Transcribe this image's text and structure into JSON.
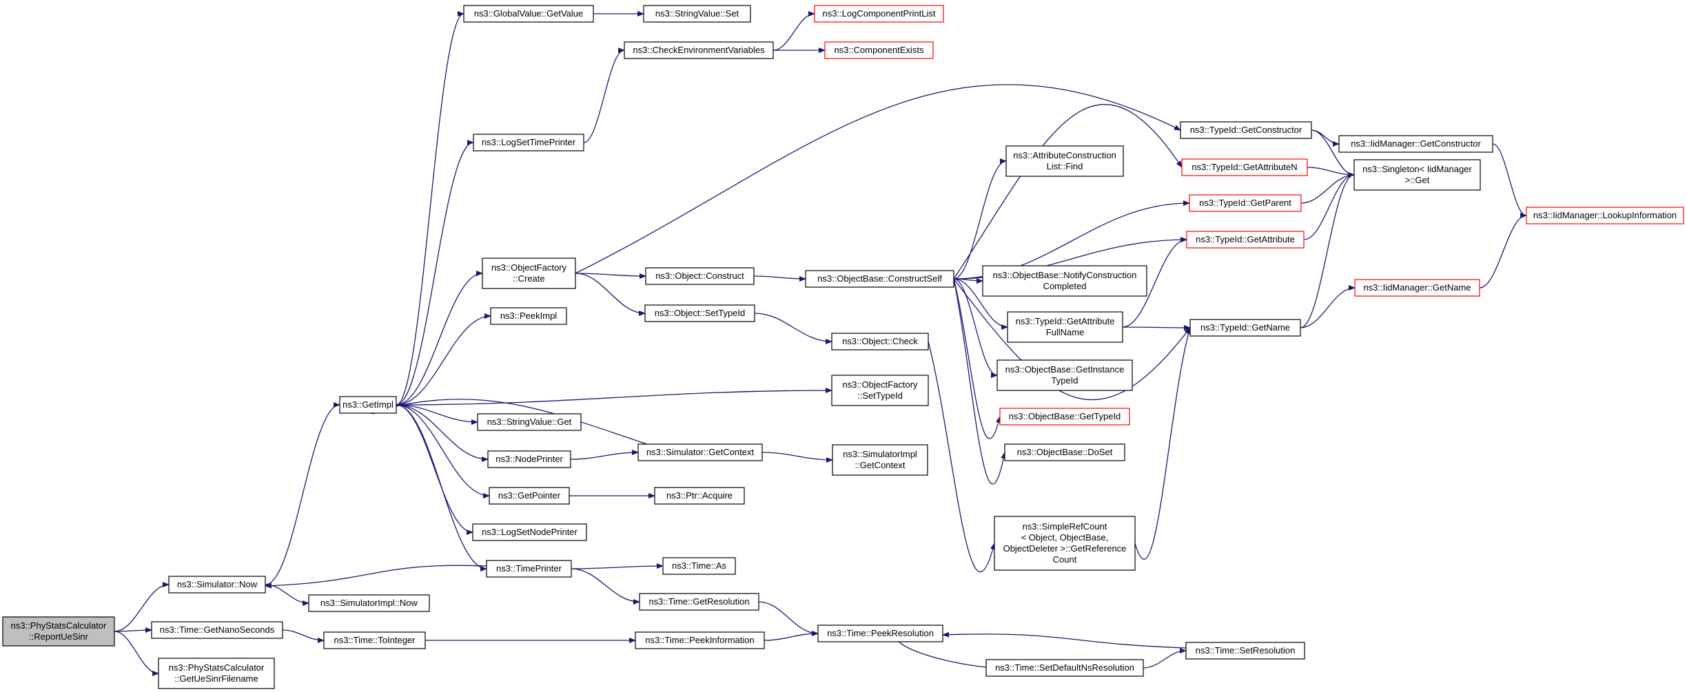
{
  "colors": {
    "edge": "#191970",
    "node_border_default": "#000000",
    "node_border_truncated": "#ff0000",
    "root_fill": "#bfbfbf",
    "node_fill": "#ffffff"
  },
  "diagram": {
    "nodes": [
      {
        "id": "root",
        "lines": [
          "ns3::PhyStatsCalculator",
          "::ReportUeSinr"
        ],
        "style": "root"
      },
      {
        "id": "sim_now",
        "lines": [
          "ns3::Simulator::Now"
        ],
        "style": "normal"
      },
      {
        "id": "time_getnano",
        "lines": [
          "ns3::Time::GetNanoSeconds"
        ],
        "style": "normal"
      },
      {
        "id": "phys_getfile",
        "lines": [
          "ns3::PhyStatsCalculator",
          "::GetUeSinrFilename"
        ],
        "style": "normal"
      },
      {
        "id": "getimpl",
        "lines": [
          "ns3::GetImpl"
        ],
        "style": "normal"
      },
      {
        "id": "simimpl_now",
        "lines": [
          "ns3::SimulatorImpl::Now"
        ],
        "style": "normal"
      },
      {
        "id": "time_tointeger",
        "lines": [
          "ns3::Time::ToInteger"
        ],
        "style": "normal"
      },
      {
        "id": "globalvalue_getvalue",
        "lines": [
          "ns3::GlobalValue::GetValue"
        ],
        "style": "normal"
      },
      {
        "id": "logsettimeprinter",
        "lines": [
          "ns3::LogSetTimePrinter"
        ],
        "style": "normal"
      },
      {
        "id": "objfactory_create",
        "lines": [
          "ns3::ObjectFactory",
          "::Create"
        ],
        "style": "normal"
      },
      {
        "id": "peekimpl",
        "lines": [
          "ns3::PeekImpl"
        ],
        "style": "normal"
      },
      {
        "id": "stringvalue_get",
        "lines": [
          "ns3::StringValue::Get"
        ],
        "style": "normal"
      },
      {
        "id": "nodeprinter",
        "lines": [
          "ns3::NodePrinter"
        ],
        "style": "normal"
      },
      {
        "id": "getpointer",
        "lines": [
          "ns3::GetPointer"
        ],
        "style": "normal"
      },
      {
        "id": "logsetnodeprinter",
        "lines": [
          "ns3::LogSetNodePrinter"
        ],
        "style": "normal"
      },
      {
        "id": "timeprinter",
        "lines": [
          "ns3::TimePrinter"
        ],
        "style": "normal"
      },
      {
        "id": "stringvalue_set",
        "lines": [
          "ns3::StringValue::Set"
        ],
        "style": "normal"
      },
      {
        "id": "checkenv",
        "lines": [
          "ns3::CheckEnvironmentVariables"
        ],
        "style": "normal"
      },
      {
        "id": "object_construct",
        "lines": [
          "ns3::Object::Construct"
        ],
        "style": "normal"
      },
      {
        "id": "object_settypeid",
        "lines": [
          "ns3::Object::SetTypeId"
        ],
        "style": "normal"
      },
      {
        "id": "sim_getcontext",
        "lines": [
          "ns3::Simulator::GetContext"
        ],
        "style": "normal"
      },
      {
        "id": "ptr_acquire",
        "lines": [
          "ns3::Ptr::Acquire"
        ],
        "style": "normal"
      },
      {
        "id": "time_as",
        "lines": [
          "ns3::Time::As"
        ],
        "style": "normal"
      },
      {
        "id": "time_getresolution",
        "lines": [
          "ns3::Time::GetResolution"
        ],
        "style": "normal"
      },
      {
        "id": "time_peekinformation",
        "lines": [
          "ns3::Time::PeekInformation"
        ],
        "style": "normal"
      },
      {
        "id": "logcomponentprintlist",
        "lines": [
          "ns3::LogComponentPrintList"
        ],
        "style": "truncated"
      },
      {
        "id": "componentexists",
        "lines": [
          "ns3::ComponentExists"
        ],
        "style": "truncated"
      },
      {
        "id": "objectbase_constructself",
        "lines": [
          "ns3::ObjectBase::ConstructSelf"
        ],
        "style": "normal"
      },
      {
        "id": "object_check",
        "lines": [
          "ns3::Object::Check"
        ],
        "style": "normal"
      },
      {
        "id": "objfactory_settypeid",
        "lines": [
          "ns3::ObjectFactory",
          "::SetTypeId"
        ],
        "style": "normal"
      },
      {
        "id": "simimpl_getcontext",
        "lines": [
          "ns3::SimulatorImpl",
          "::GetContext"
        ],
        "style": "normal"
      },
      {
        "id": "time_peekresolution",
        "lines": [
          "ns3::Time::PeekResolution"
        ],
        "style": "normal"
      },
      {
        "id": "time_setdefaultns",
        "lines": [
          "ns3::Time::SetDefaultNsResolution"
        ],
        "style": "normal"
      },
      {
        "id": "attrconstruction_find",
        "lines": [
          "ns3::AttributeConstruction",
          "List::Find"
        ],
        "style": "normal"
      },
      {
        "id": "objectbase_notify",
        "lines": [
          "ns3::ObjectBase::NotifyConstruction",
          "Completed"
        ],
        "style": "normal"
      },
      {
        "id": "typeid_getattributefullname",
        "lines": [
          "ns3::TypeId::GetAttribute",
          "FullName"
        ],
        "style": "normal"
      },
      {
        "id": "objectbase_getinstancetypeid",
        "lines": [
          "ns3::ObjectBase::GetInstance",
          "TypeId"
        ],
        "style": "normal"
      },
      {
        "id": "objectbase_gettypeid",
        "lines": [
          "ns3::ObjectBase::GetTypeId"
        ],
        "style": "truncated"
      },
      {
        "id": "objectbase_doset",
        "lines": [
          "ns3::ObjectBase::DoSet"
        ],
        "style": "normal"
      },
      {
        "id": "simplerefcount",
        "lines": [
          "ns3::SimpleRefCount",
          "< Object, ObjectBase,",
          " ObjectDeleter >::GetReference",
          "Count"
        ],
        "style": "normal"
      },
      {
        "id": "typeid_getconstructor",
        "lines": [
          "ns3::TypeId::GetConstructor"
        ],
        "style": "normal"
      },
      {
        "id": "typeid_getattributen",
        "lines": [
          "ns3::TypeId::GetAttributeN"
        ],
        "style": "truncated"
      },
      {
        "id": "typeid_getparent",
        "lines": [
          "ns3::TypeId::GetParent"
        ],
        "style": "truncated"
      },
      {
        "id": "typeid_getattribute",
        "lines": [
          "ns3::TypeId::GetAttribute"
        ],
        "style": "truncated"
      },
      {
        "id": "typeid_getname",
        "lines": [
          "ns3::TypeId::GetName"
        ],
        "style": "normal"
      },
      {
        "id": "time_setresolution",
        "lines": [
          "ns3::Time::SetResolution"
        ],
        "style": "normal"
      },
      {
        "id": "iidmanager_getconstructor",
        "lines": [
          "ns3::IidManager::GetConstructor"
        ],
        "style": "normal"
      },
      {
        "id": "singleton_get",
        "lines": [
          "ns3::Singleton< IidManager",
          " >::Get"
        ],
        "style": "normal"
      },
      {
        "id": "iidmanager_getname",
        "lines": [
          "ns3::IidManager::GetName"
        ],
        "style": "truncated"
      },
      {
        "id": "iidmanager_lookup",
        "lines": [
          "ns3::IidManager::LookupInformation"
        ],
        "style": "truncated"
      }
    ],
    "edges": [
      [
        "root",
        "sim_now"
      ],
      [
        "root",
        "time_getnano"
      ],
      [
        "root",
        "phys_getfile"
      ],
      [
        "sim_now",
        "getimpl"
      ],
      [
        "sim_now",
        "simimpl_now"
      ],
      [
        "time_getnano",
        "time_tointeger"
      ],
      [
        "getimpl",
        "globalvalue_getvalue"
      ],
      [
        "getimpl",
        "logsettimeprinter"
      ],
      [
        "getimpl",
        "objfactory_create"
      ],
      [
        "getimpl",
        "peekimpl"
      ],
      [
        "getimpl",
        "stringvalue_get"
      ],
      [
        "getimpl",
        "nodeprinter"
      ],
      [
        "getimpl",
        "getpointer"
      ],
      [
        "getimpl",
        "logsetnodeprinter"
      ],
      [
        "getimpl",
        "timeprinter"
      ],
      [
        "getimpl",
        "objfactory_settypeid"
      ],
      [
        "globalvalue_getvalue",
        "stringvalue_set"
      ],
      [
        "logsettimeprinter",
        "checkenv"
      ],
      [
        "checkenv",
        "logcomponentprintlist"
      ],
      [
        "checkenv",
        "componentexists"
      ],
      [
        "objfactory_create",
        "object_construct"
      ],
      [
        "objfactory_create",
        "object_settypeid"
      ],
      [
        "objfactory_create",
        "typeid_getconstructor"
      ],
      [
        "object_construct",
        "objectbase_constructself"
      ],
      [
        "object_settypeid",
        "object_check"
      ],
      [
        "object_check",
        "simplerefcount"
      ],
      [
        "nodeprinter",
        "sim_getcontext"
      ],
      [
        "sim_getcontext",
        "getimpl"
      ],
      [
        "sim_getcontext",
        "simimpl_getcontext"
      ],
      [
        "getpointer",
        "ptr_acquire"
      ],
      [
        "timeprinter",
        "sim_now"
      ],
      [
        "timeprinter",
        "time_as"
      ],
      [
        "timeprinter",
        "time_getresolution"
      ],
      [
        "time_getresolution",
        "time_peekresolution"
      ],
      [
        "time_tointeger",
        "time_peekinformation"
      ],
      [
        "time_peekinformation",
        "time_peekresolution"
      ],
      [
        "time_peekresolution",
        "time_setdefaultns"
      ],
      [
        "time_setdefaultns",
        "time_setresolution"
      ],
      [
        "time_setresolution",
        "time_peekresolution"
      ],
      [
        "objectbase_constructself",
        "attrconstruction_find"
      ],
      [
        "objectbase_constructself",
        "typeid_getattributen"
      ],
      [
        "objectbase_constructself",
        "typeid_getparent"
      ],
      [
        "objectbase_constructself",
        "typeid_getattribute"
      ],
      [
        "objectbase_constructself",
        "objectbase_notify"
      ],
      [
        "objectbase_constructself",
        "typeid_getattributefullname"
      ],
      [
        "objectbase_constructself",
        "objectbase_getinstancetypeid"
      ],
      [
        "objectbase_constructself",
        "objectbase_gettypeid"
      ],
      [
        "objectbase_constructself",
        "objectbase_doset"
      ],
      [
        "objectbase_constructself",
        "typeid_getname"
      ],
      [
        "typeid_getattributefullname",
        "typeid_getattribute"
      ],
      [
        "typeid_getattributefullname",
        "typeid_getname"
      ],
      [
        "typeid_getconstructor",
        "iidmanager_getconstructor"
      ],
      [
        "typeid_getconstructor",
        "singleton_get"
      ],
      [
        "typeid_getattributen",
        "singleton_get"
      ],
      [
        "typeid_getparent",
        "singleton_get"
      ],
      [
        "typeid_getattribute",
        "singleton_get"
      ],
      [
        "typeid_getname",
        "singleton_get"
      ],
      [
        "typeid_getname",
        "iidmanager_getname"
      ],
      [
        "iidmanager_getconstructor",
        "iidmanager_lookup"
      ],
      [
        "iidmanager_getname",
        "iidmanager_lookup"
      ],
      [
        "simplerefcount",
        "typeid_getname"
      ]
    ]
  }
}
